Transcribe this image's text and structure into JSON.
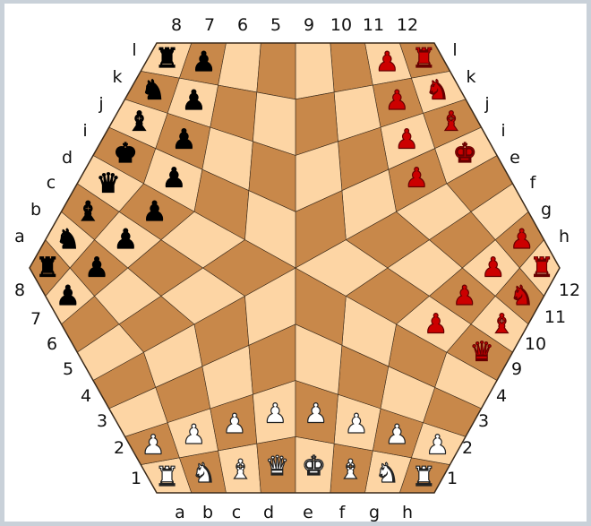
{
  "colors": {
    "frame": "#c9d1d9",
    "panel": "#ffffff",
    "light_square": "#fdd5a4",
    "dark_square": "#c8884a",
    "grid_line": "#3a2a1a",
    "black_pieces": "#000000",
    "red_pieces": "#cc0000",
    "white_pieces": "#ffffff"
  },
  "labels": {
    "top_ranks": [
      "8",
      "7",
      "6",
      "5",
      "9",
      "10",
      "11",
      "12"
    ],
    "bottom_files": [
      "a",
      "b",
      "c",
      "d",
      "e",
      "f",
      "g",
      "h"
    ],
    "upper_left_files": [
      "l",
      "k",
      "j",
      "i",
      "d",
      "c",
      "b",
      "a"
    ],
    "left_ranks": [
      "8",
      "7",
      "6",
      "5",
      "4",
      "3",
      "2",
      "1"
    ],
    "upper_right_files": [
      "l",
      "k",
      "j",
      "i",
      "e",
      "f",
      "g",
      "h"
    ],
    "right_ranks": [
      "12",
      "11",
      "10",
      "9",
      "4",
      "3",
      "2",
      "1"
    ]
  },
  "pieces": {
    "white_back": [
      {
        "symbol": "♜",
        "name": "white-rook-a1"
      },
      {
        "symbol": "♞",
        "name": "white-knight-b1"
      },
      {
        "symbol": "♝",
        "name": "white-bishop-c1"
      },
      {
        "symbol": "♛",
        "name": "white-queen-d1"
      },
      {
        "symbol": "♚",
        "name": "white-king-e1"
      },
      {
        "symbol": "♝",
        "name": "white-bishop-f1"
      },
      {
        "symbol": "♞",
        "name": "white-knight-g1"
      },
      {
        "symbol": "♜",
        "name": "white-rook-h1"
      }
    ],
    "white_pawn": "♟",
    "black_back": [
      {
        "symbol": "♜",
        "name": "black-rook-a8"
      },
      {
        "symbol": "♞",
        "name": "black-knight-b8"
      },
      {
        "symbol": "♝",
        "name": "black-bishop-c8"
      },
      {
        "symbol": "♛",
        "name": "black-queen-d8"
      },
      {
        "symbol": "♚",
        "name": "black-king-i8"
      },
      {
        "symbol": "♝",
        "name": "black-bishop-j8"
      },
      {
        "symbol": "♞",
        "name": "black-knight-k8"
      },
      {
        "symbol": "♜",
        "name": "black-rook-l8"
      }
    ],
    "black_pawn": "♟",
    "red_back": [
      {
        "symbol": "♜",
        "name": "red-rook-h12"
      },
      {
        "symbol": "♞",
        "name": "red-knight-g12"
      },
      {
        "symbol": "♝",
        "name": "red-bishop-f12"
      },
      {
        "symbol": "♛",
        "name": "red-queen-e12"
      },
      {
        "symbol": "♚",
        "name": "red-king-i12"
      },
      {
        "symbol": "♝",
        "name": "red-bishop-j12"
      },
      {
        "symbol": "♞",
        "name": "red-knight-k12"
      },
      {
        "symbol": "♜",
        "name": "red-rook-l12"
      }
    ],
    "red_pawn": "♟"
  }
}
